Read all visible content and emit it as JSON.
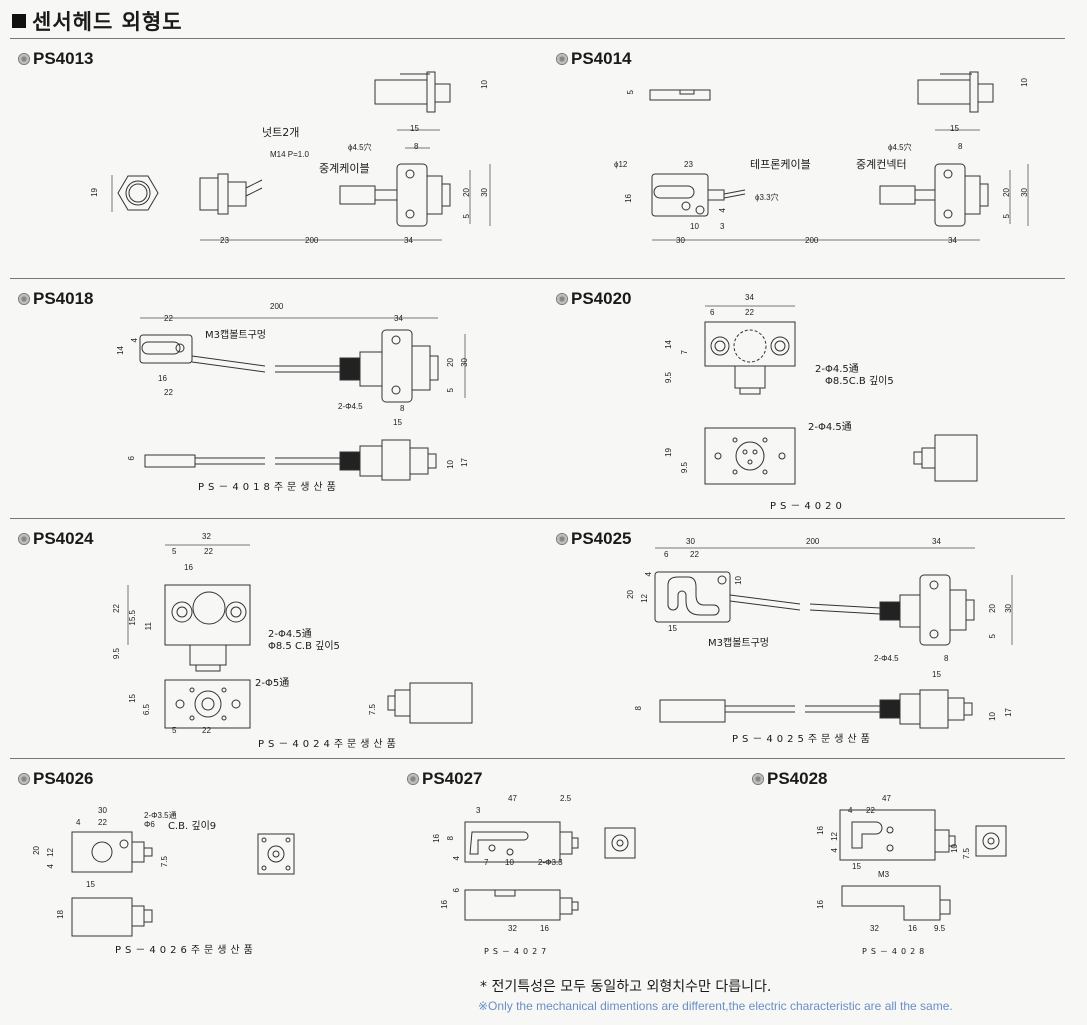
{
  "page": {
    "title": "센서헤드 외형도"
  },
  "sections": {
    "ps4013": {
      "model": "PS4013",
      "labels": {
        "nut": "넛트2개",
        "thread": "M14 P=1.0",
        "hole": "ϕ4.5穴",
        "relay_cable": "중계케이블"
      },
      "dims": {
        "d19": "19",
        "d23": "23",
        "d200": "200",
        "d34": "34",
        "d15": "15",
        "d8": "8",
        "d20": "20",
        "d30": "30",
        "d5": "5",
        "d10": "10"
      }
    },
    "ps4014": {
      "model": "PS4014",
      "labels": {
        "teflon_cable": "테프론케이블",
        "relay_connector": "중계컨넥터",
        "hole": "ϕ4.5穴",
        "hole2": "ϕ3.3穴",
        "phi12": "ϕ12"
      },
      "dims": {
        "d5": "5",
        "d23": "23",
        "d16": "16",
        "d10": "10",
        "d3": "3",
        "d4": "4",
        "d30": "30",
        "d200": "200",
        "d34": "34",
        "d15": "15",
        "d8": "8",
        "d20": "20",
        "d30b": "30",
        "d5b": "5",
        "d10b": "10"
      }
    },
    "ps4018": {
      "model": "PS4018",
      "labels": {
        "bolt_hole": "M3캡볼트구멍",
        "phi": "2-Φ4.5",
        "caption": "PS－4018주문생산품"
      },
      "dims": {
        "d22": "22",
        "d200": "200",
        "d34": "34",
        "d14": "14",
        "d4": "4",
        "d16": "16",
        "d22b": "22",
        "d20": "20",
        "d30": "30",
        "d5": "5",
        "d8": "8",
        "d15": "15",
        "d6": "6",
        "d10": "10",
        "d17": "17"
      }
    },
    "ps4020": {
      "model": "PS4020",
      "labels": {
        "through1": "2-Φ4.5通",
        "cb": "Φ8.5C.B 깊이5",
        "through2": "2-Φ4.5通",
        "caption": "PS－4020"
      },
      "dims": {
        "d34": "34",
        "d6": "6",
        "d22": "22",
        "d14": "14",
        "d7": "7",
        "d95": "9.5",
        "d19": "19",
        "d95b": "9.5"
      }
    },
    "ps4024": {
      "model": "PS4024",
      "labels": {
        "through1": "2-Φ4.5通",
        "cb": "Φ8.5 C.B 깊이5",
        "through2": "2-Φ5通",
        "caption": "PS－4024주문생산품"
      },
      "dims": {
        "d32": "32",
        "d5": "5",
        "d22": "22",
        "d16": "16",
        "d22v": "22",
        "d155": "15.5",
        "d11": "11",
        "d95": "9.5",
        "d15": "15",
        "d65": "6.5",
        "d5b": "5",
        "d22b": "22",
        "d75": "7.5"
      }
    },
    "ps4025": {
      "model": "PS4025",
      "labels": {
        "bolt_hole": "M3캡볼트구멍",
        "phi": "2-Φ4.5",
        "caption": "PS－4025주문생산품"
      },
      "dims": {
        "d30": "30",
        "d200": "200",
        "d34": "34",
        "d6": "6",
        "d22": "22",
        "d20": "20",
        "d12": "12",
        "d4": "4",
        "d10": "10",
        "d15": "15",
        "d20b": "20",
        "d30b": "30",
        "d5": "5",
        "d8": "8",
        "d15b": "15",
        "d8b": "8",
        "d10b": "10",
        "d17": "17"
      }
    },
    "ps4026": {
      "model": "PS4026",
      "labels": {
        "phi": "2-Φ3.5通",
        "phi2": "Φ6",
        "cb": "C.B. 깊이9",
        "caption": "PS－4026주문생산품"
      },
      "dims": {
        "d30": "30",
        "d4": "4",
        "d22": "22",
        "d20": "20",
        "d12": "12",
        "d4b": "4",
        "d15": "15",
        "d75": "7.5",
        "d18": "18"
      }
    },
    "ps4027": {
      "model": "PS4027",
      "labels": {
        "phi": "2-Φ3.3",
        "caption": "PS－4027"
      },
      "dims": {
        "d47": "47",
        "d25": "2.5",
        "d3": "3",
        "d16": "16",
        "d8": "8",
        "d4": "4",
        "d7": "7",
        "d10": "10",
        "d6": "6",
        "d16b": "16",
        "d32": "32",
        "d16c": "16"
      }
    },
    "ps4028": {
      "model": "PS4028",
      "labels": {
        "m3": "M3",
        "caption": "PS－4028"
      },
      "dims": {
        "d47": "47",
        "d4": "4",
        "d22": "22",
        "d16": "16",
        "d12": "12",
        "d4b": "4",
        "d15": "15",
        "d10": "10",
        "d75": "7.5",
        "d16b": "16",
        "d32": "32",
        "d16c": "16",
        "d95": "9.5"
      }
    }
  },
  "notes": {
    "korean": "* 전기특성은 모두 동일하고 외형치수만 다릅니다.",
    "english": "※Only the mechanical dimentions are different,the electric characteristic are all the same."
  }
}
